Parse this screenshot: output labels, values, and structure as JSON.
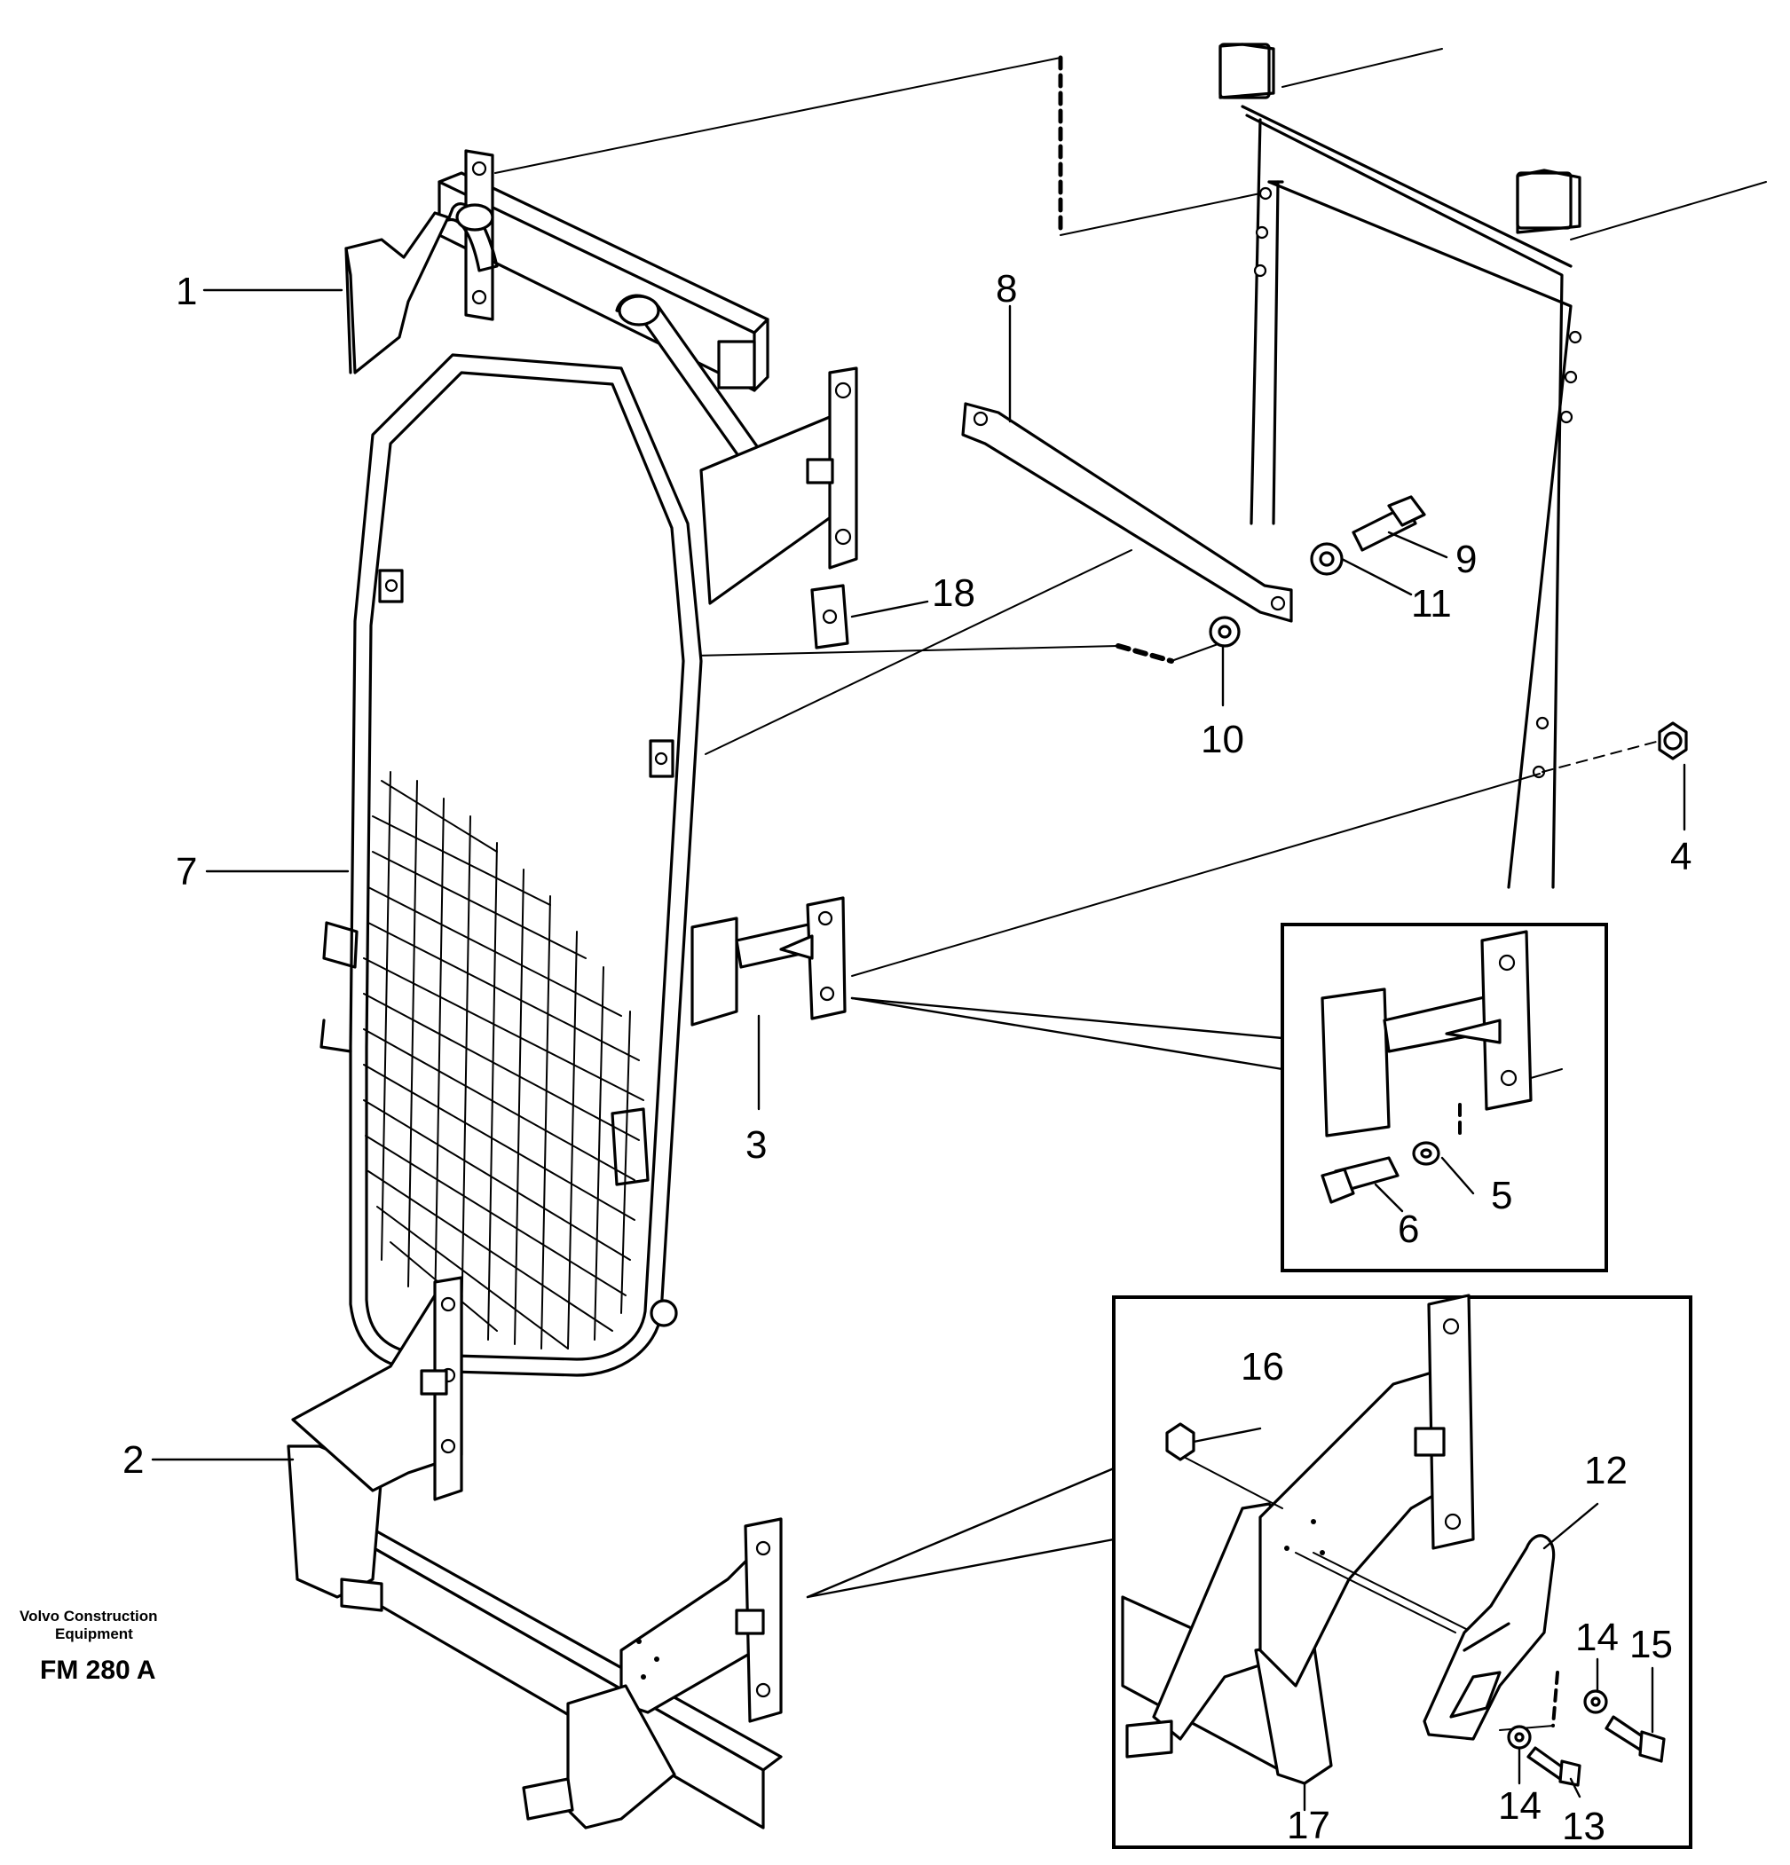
{
  "brand": {
    "line1": "Volvo Construction",
    "line2": "Equipment",
    "figure_code": "FM 280 A"
  },
  "callouts": [
    {
      "id": "1",
      "text": "1"
    },
    {
      "id": "2",
      "text": "2"
    },
    {
      "id": "3",
      "text": "3"
    },
    {
      "id": "4",
      "text": "4"
    },
    {
      "id": "5",
      "text": "5"
    },
    {
      "id": "6",
      "text": "6"
    },
    {
      "id": "7",
      "text": "7"
    },
    {
      "id": "8",
      "text": "8"
    },
    {
      "id": "9",
      "text": "9"
    },
    {
      "id": "10",
      "text": "10"
    },
    {
      "id": "11",
      "text": "11"
    },
    {
      "id": "12",
      "text": "12"
    },
    {
      "id": "13",
      "text": "13"
    },
    {
      "id": "14a",
      "text": "14"
    },
    {
      "id": "14b",
      "text": "14"
    },
    {
      "id": "15",
      "text": "15"
    },
    {
      "id": "16",
      "text": "16"
    },
    {
      "id": "17",
      "text": "17"
    },
    {
      "id": "18",
      "text": "18"
    }
  ]
}
